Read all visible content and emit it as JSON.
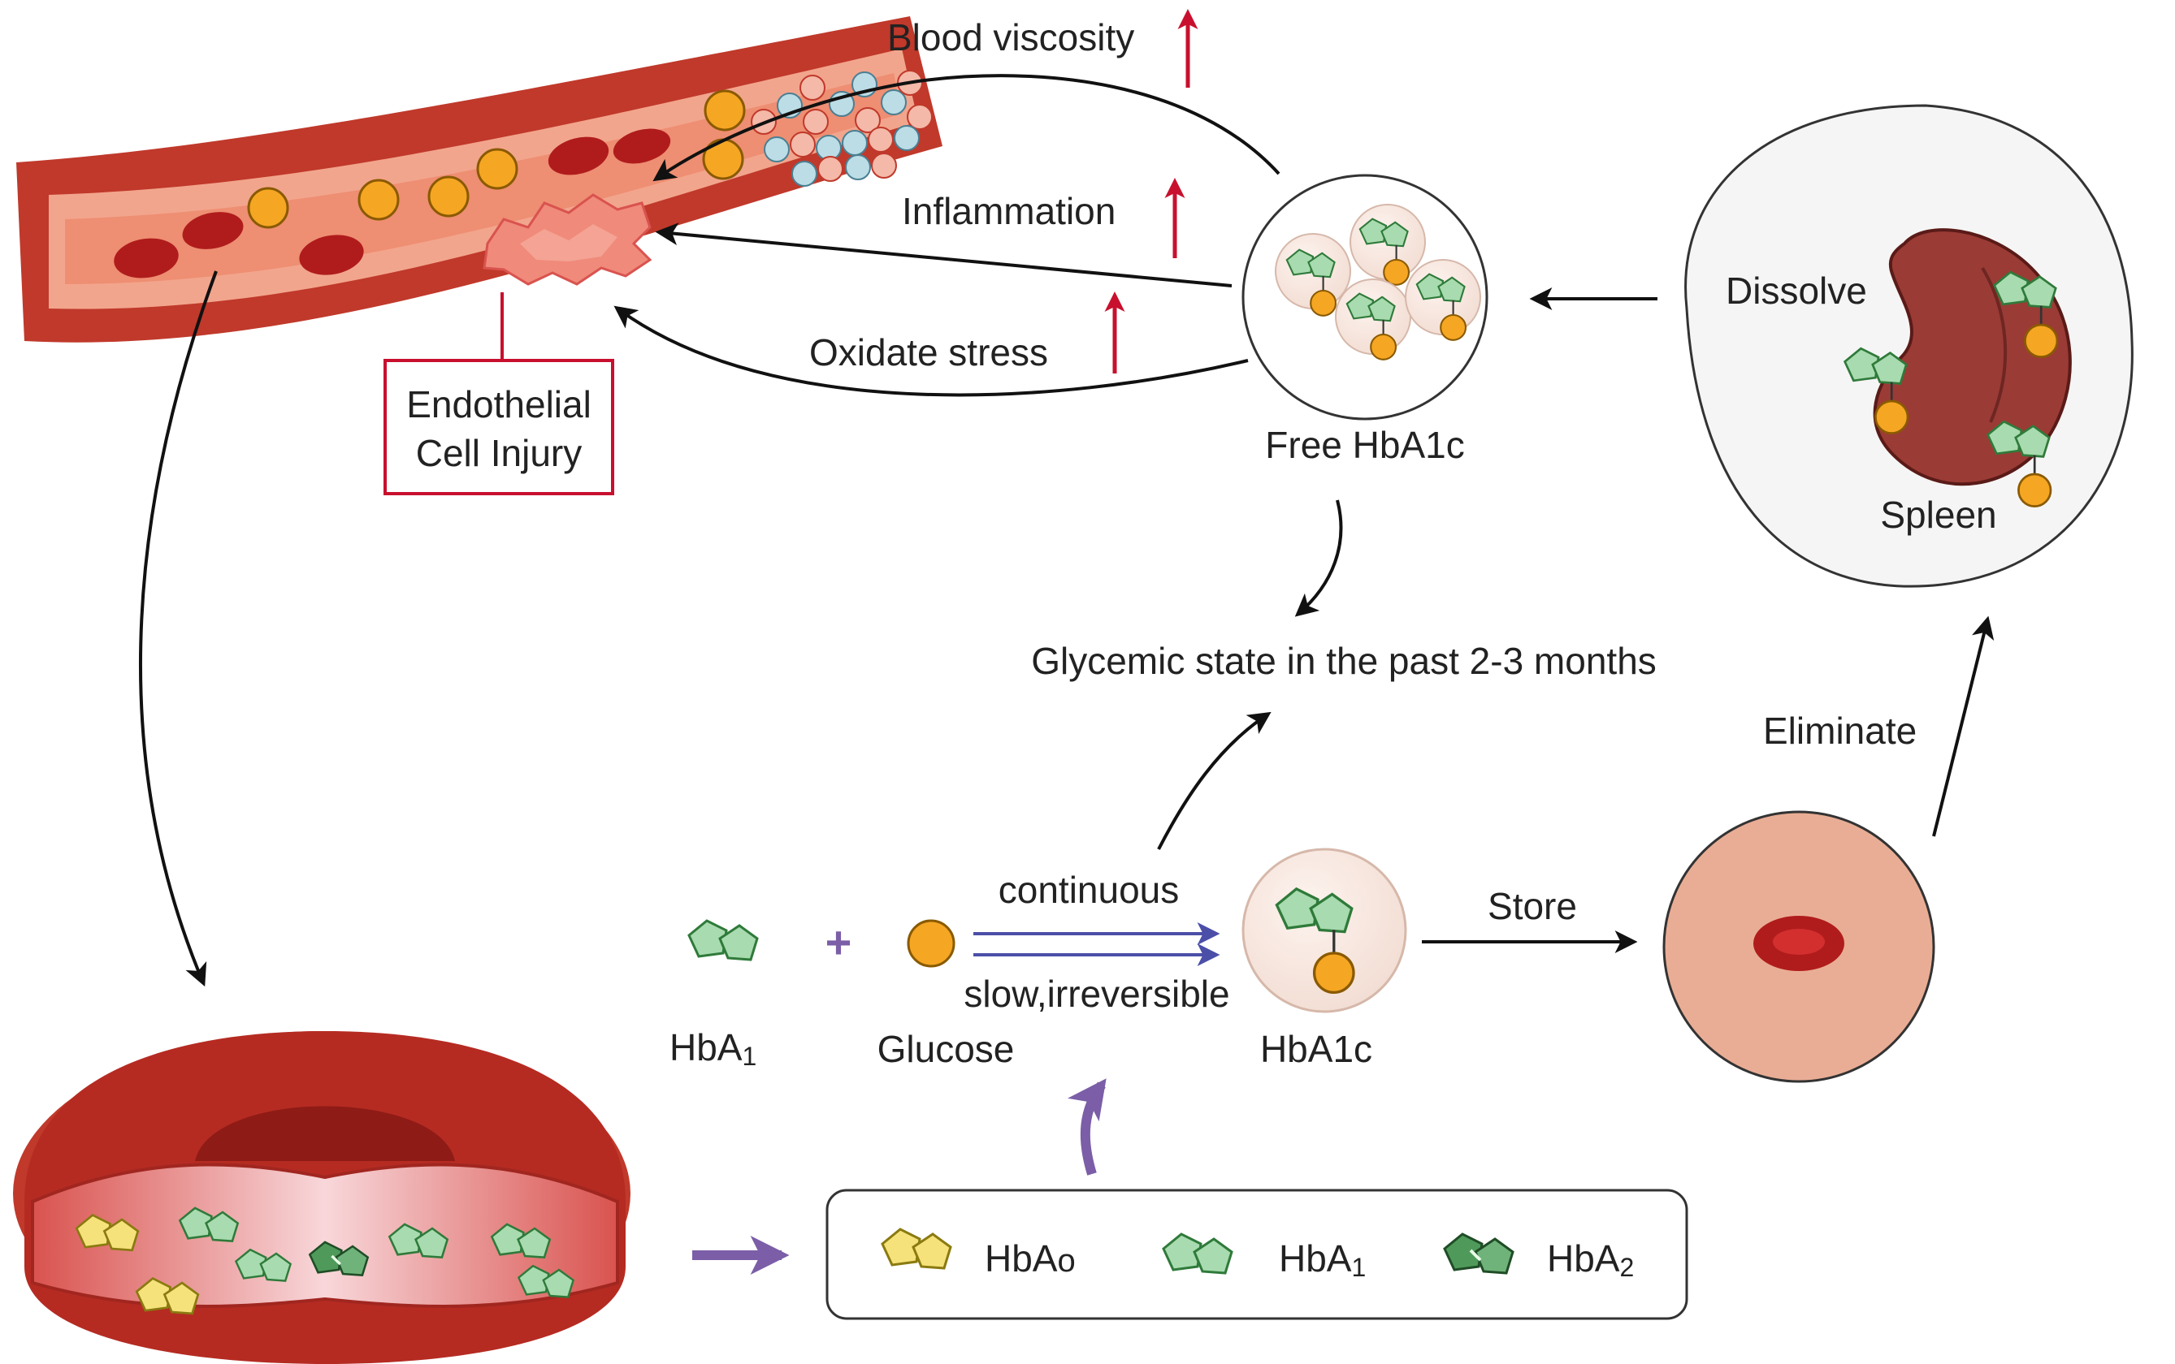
{
  "colors": {
    "vessel_outer": "#c0392b",
    "vessel_wall": "#e8917a",
    "vessel_lumen": "#ef9a7e",
    "rbc": "#b01c1c",
    "rbc_inner": "#d32f2f",
    "glucose": "#f5a623",
    "hba1": "#a8dbaf",
    "hba0": "#f6e27a",
    "hba2": "#4f9a5a",
    "up_arrow": "#c8102e",
    "purple_arrow": "#7b5ea7",
    "injury_box": "#c8102e",
    "spleen": "#9b3b35",
    "cell_disk": "#e9ad95"
  },
  "labels": {
    "blood_viscosity": "Blood viscosity",
    "inflammation": "Inflammation",
    "oxidate_stress": "Oxidate stress",
    "injury_line1": "Endothelial",
    "injury_line2": "Cell Injury",
    "free_hba1c": "Free HbA1c",
    "dissolve": "Dissolve",
    "spleen": "Spleen",
    "glycemic_state": "Glycemic state in the past 2-3 months",
    "eliminate": "Eliminate",
    "continuous": "continuous",
    "slow_irreversible": "slow,irreversible",
    "store": "Store",
    "hba1_main": "HbA",
    "hba1_sub": "1",
    "plus": "+",
    "glucose": "Glucose",
    "hba1c": "HbA1c"
  },
  "legend": [
    {
      "main": "HbA",
      "sub": "o"
    },
    {
      "main": "HbA",
      "sub": "1"
    },
    {
      "main": "HbA",
      "sub": "2"
    }
  ]
}
